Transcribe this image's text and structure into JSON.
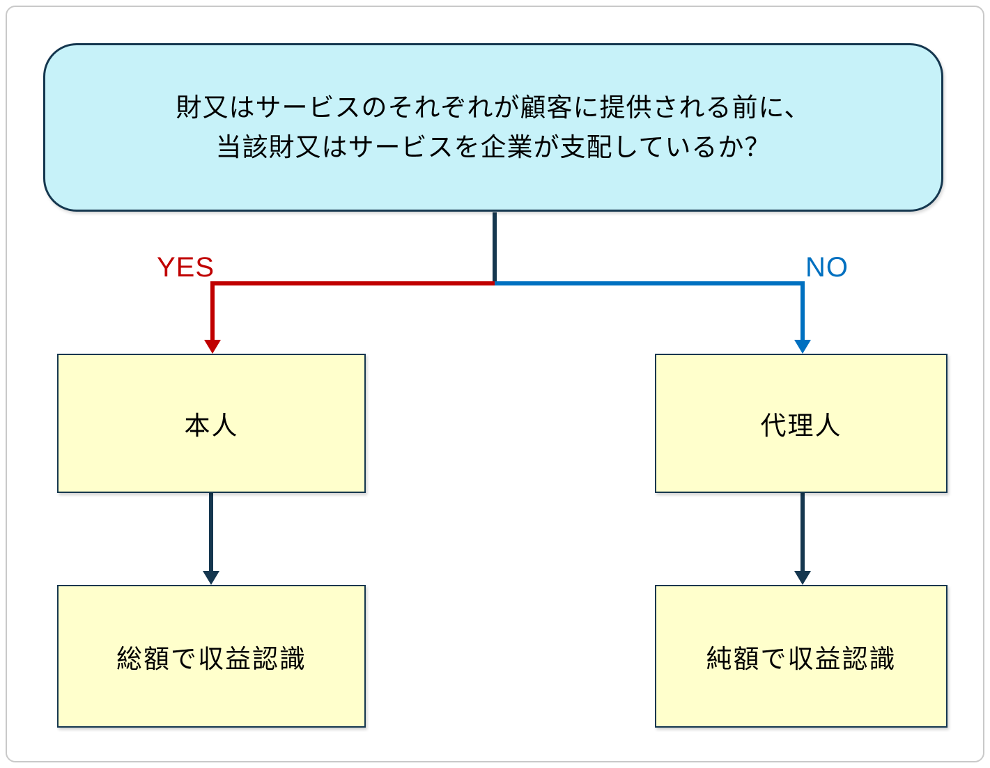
{
  "diagram": {
    "question": {
      "line1": "財又はサービスのそれぞれが顧客に提供される前に、",
      "line2": "当該財又はサービスを企業が支配しているか？"
    },
    "branches": {
      "yes_label": "YES",
      "no_label": "NO"
    },
    "nodes": {
      "principal": "本人",
      "agent": "代理人",
      "gross": "総額で収益認識",
      "net": "純額で収益認識"
    },
    "colors": {
      "question_fill": "#c7f2f9",
      "box_fill": "#ffffcc",
      "border_dark": "#15374f",
      "yes_red": "#c00000",
      "no_blue": "#0070c0",
      "frame": "#c9c9c9"
    }
  }
}
